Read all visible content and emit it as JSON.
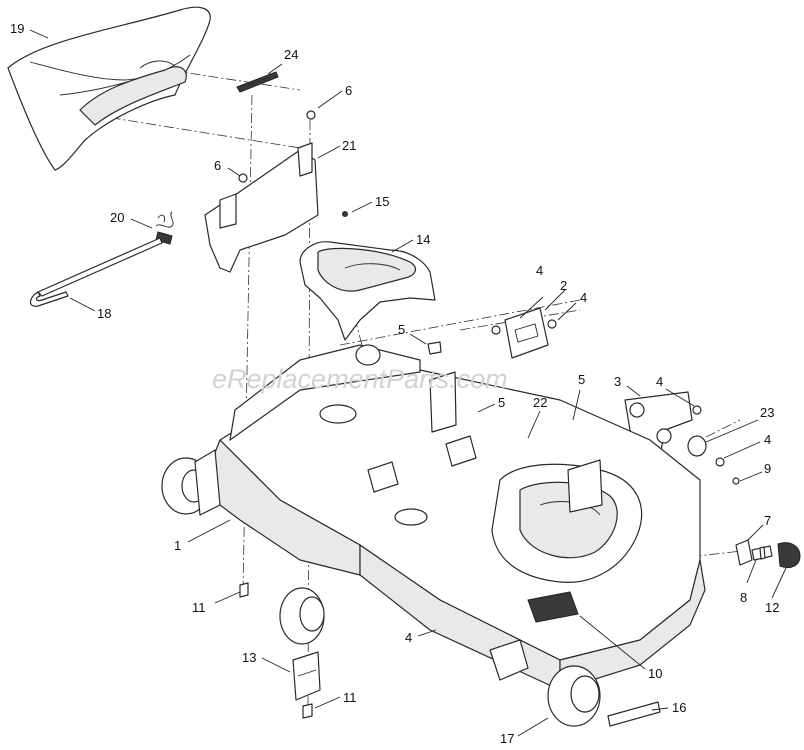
{
  "watermark": "eReplacementParts.com",
  "callouts": [
    "19",
    "24",
    "6",
    "21",
    "6",
    "15",
    "20",
    "14",
    "18",
    "4",
    "2",
    "4",
    "5",
    "5",
    "3",
    "4",
    "5",
    "22",
    "23",
    "4",
    "9",
    "1",
    "7",
    "8",
    "12",
    "11",
    "10",
    "13",
    "4",
    "11",
    "16",
    "17"
  ]
}
